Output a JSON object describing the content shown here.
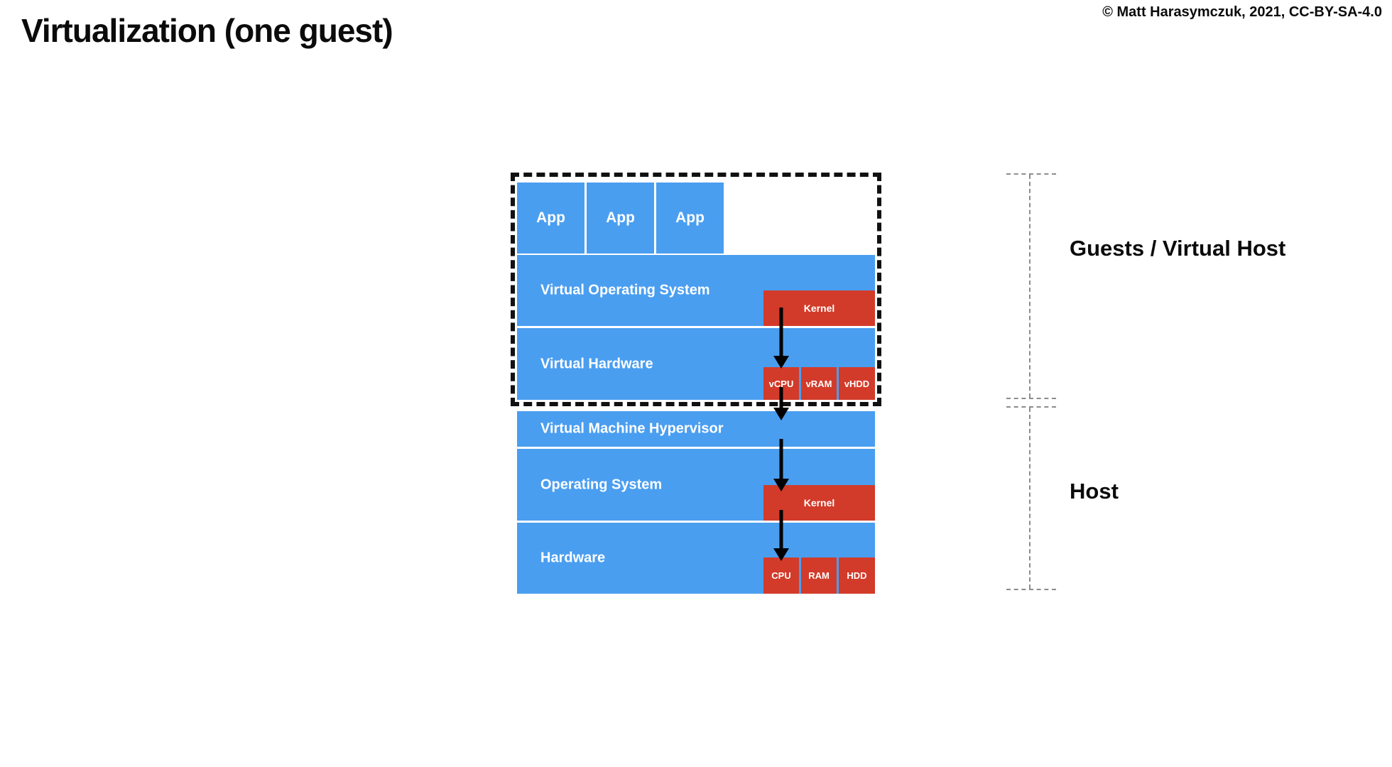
{
  "title": "Virtualization (one guest)",
  "copyright": "© Matt Harasymczuk, 2021, CC-BY-SA-4.0",
  "colors": {
    "bar_blue": "#4A9EF0",
    "box_red": "#D23B2A",
    "arrow_black": "#000000",
    "bracket_gray": "#8C8C8C",
    "guest_border": "#111111"
  },
  "guest": {
    "apps": [
      "App",
      "App",
      "App"
    ],
    "virtual_os": {
      "label": "Virtual Operating System",
      "kernel": "Kernel"
    },
    "virtual_hardware": {
      "label": "Virtual Hardware",
      "components": [
        "vCPU",
        "vRAM",
        "vHDD"
      ]
    }
  },
  "host": {
    "hypervisor": {
      "label": "Virtual Machine Hypervisor"
    },
    "os": {
      "label": "Operating System",
      "kernel": "Kernel"
    },
    "hardware": {
      "label": "Hardware",
      "components": [
        "CPU",
        "RAM",
        "HDD"
      ]
    }
  },
  "annotations": {
    "guests_label": "Guests / Virtual Host",
    "host_label": "Host"
  }
}
